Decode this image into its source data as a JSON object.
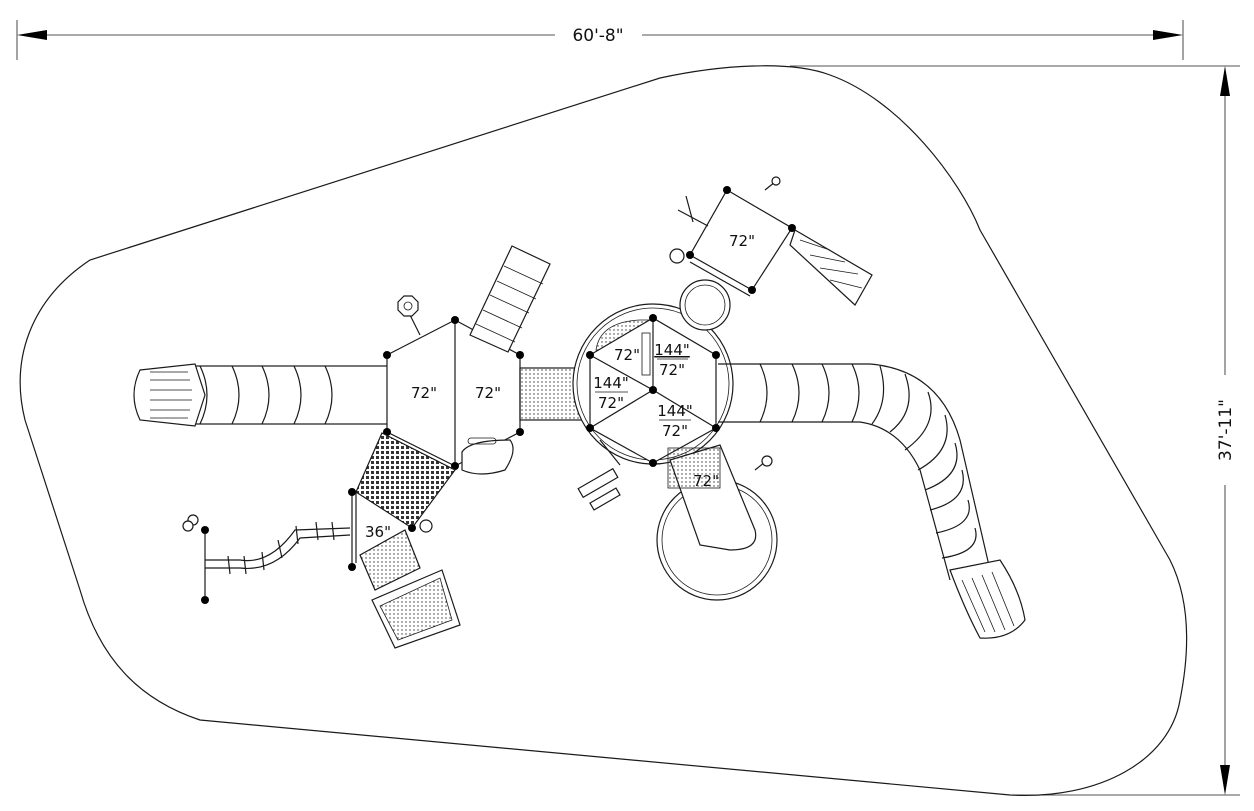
{
  "dimensions": {
    "width_label": "60'-8\"",
    "height_label": "37'-11\""
  },
  "decks": {
    "left_hex_a": "72\"",
    "left_hex_b": "72\"",
    "top_right_deck": "72\"",
    "center_small": "72\"",
    "center_top_right_top": "144\"",
    "center_top_right_bottom": "72\"",
    "center_left_top": "144\"",
    "center_left_bottom": "72\"",
    "center_bottom_top": "144\"",
    "center_bottom_bottom": "72\"",
    "bottom_slide_deck": "72\"",
    "stepped_deck": "36\""
  }
}
